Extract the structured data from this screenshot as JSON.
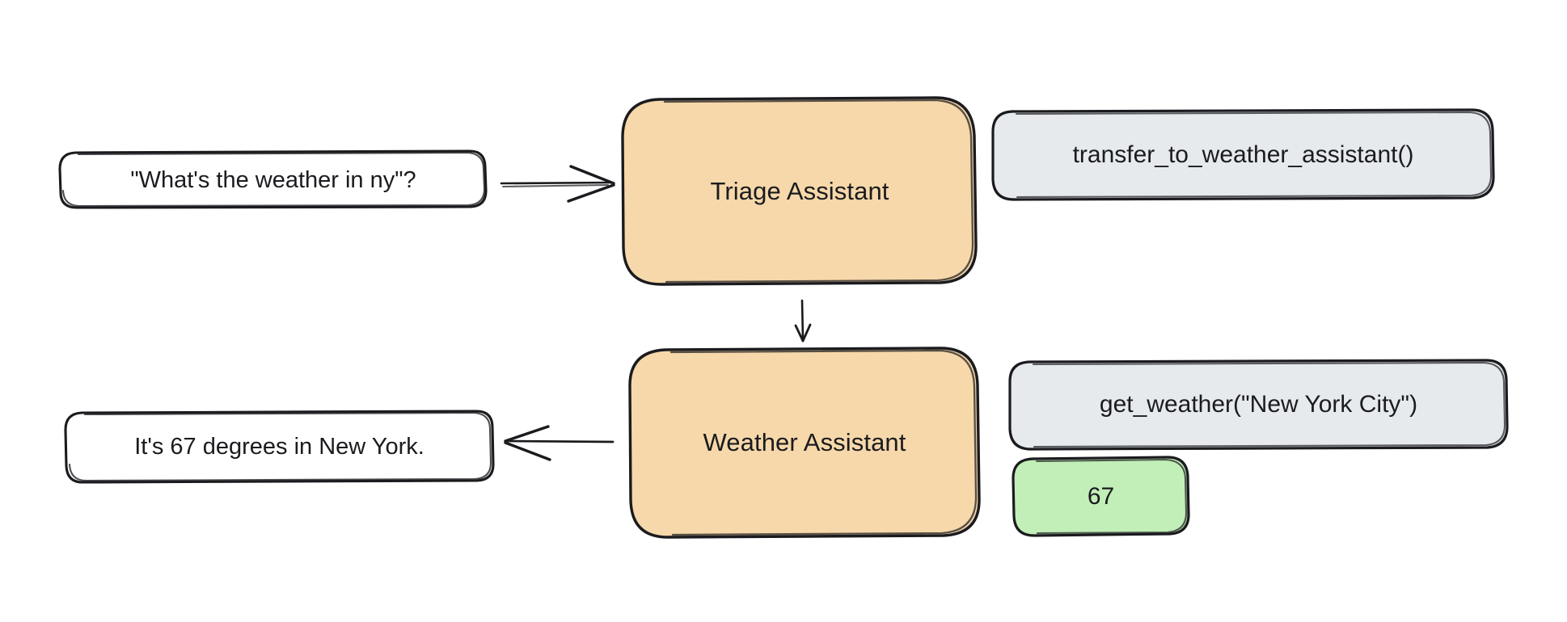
{
  "diagram": {
    "title": "Triage to Weather Assistant handoff flow",
    "background": "#ffffff",
    "stroke_color": "#1b1b1f",
    "palette": {
      "agent_fill": "#f6d8aa",
      "tool_fill": "#e6eaed",
      "result_fill": "#c2efb8",
      "message_fill": "#ffffff",
      "stroke": "#1b1b1f"
    },
    "nodes": {
      "user_message": {
        "label": "\"What's the weather in ny\"?",
        "kind": "message-bubble",
        "fill": "#ffffff"
      },
      "triage_agent": {
        "label": "Triage Assistant",
        "kind": "agent",
        "fill": "#f6d8aa"
      },
      "weather_agent": {
        "label": "Weather Assistant",
        "kind": "agent",
        "fill": "#f6d8aa"
      },
      "transfer_tool": {
        "label": "transfer_to_weather_assistant()",
        "kind": "tool-call",
        "fill": "#e6eaed"
      },
      "weather_tool": {
        "label": "get_weather(\"New York City\")",
        "kind": "tool-call",
        "fill": "#e6eaed"
      },
      "tool_result": {
        "label": "67",
        "kind": "tool-result",
        "fill": "#c2efb8"
      },
      "assistant_reply": {
        "label": "It's 67 degrees in New York.",
        "kind": "message-bubble",
        "fill": "#ffffff"
      }
    },
    "edges": [
      {
        "name": "user-to-triage",
        "from": "user_message",
        "to": "triage_agent",
        "direction": "right",
        "label": ""
      },
      {
        "name": "triage-to-weather",
        "from": "triage_agent",
        "to": "weather_agent",
        "direction": "down",
        "label": ""
      },
      {
        "name": "weather-to-reply",
        "from": "weather_agent",
        "to": "assistant_reply",
        "direction": "left",
        "label": ""
      }
    ]
  }
}
